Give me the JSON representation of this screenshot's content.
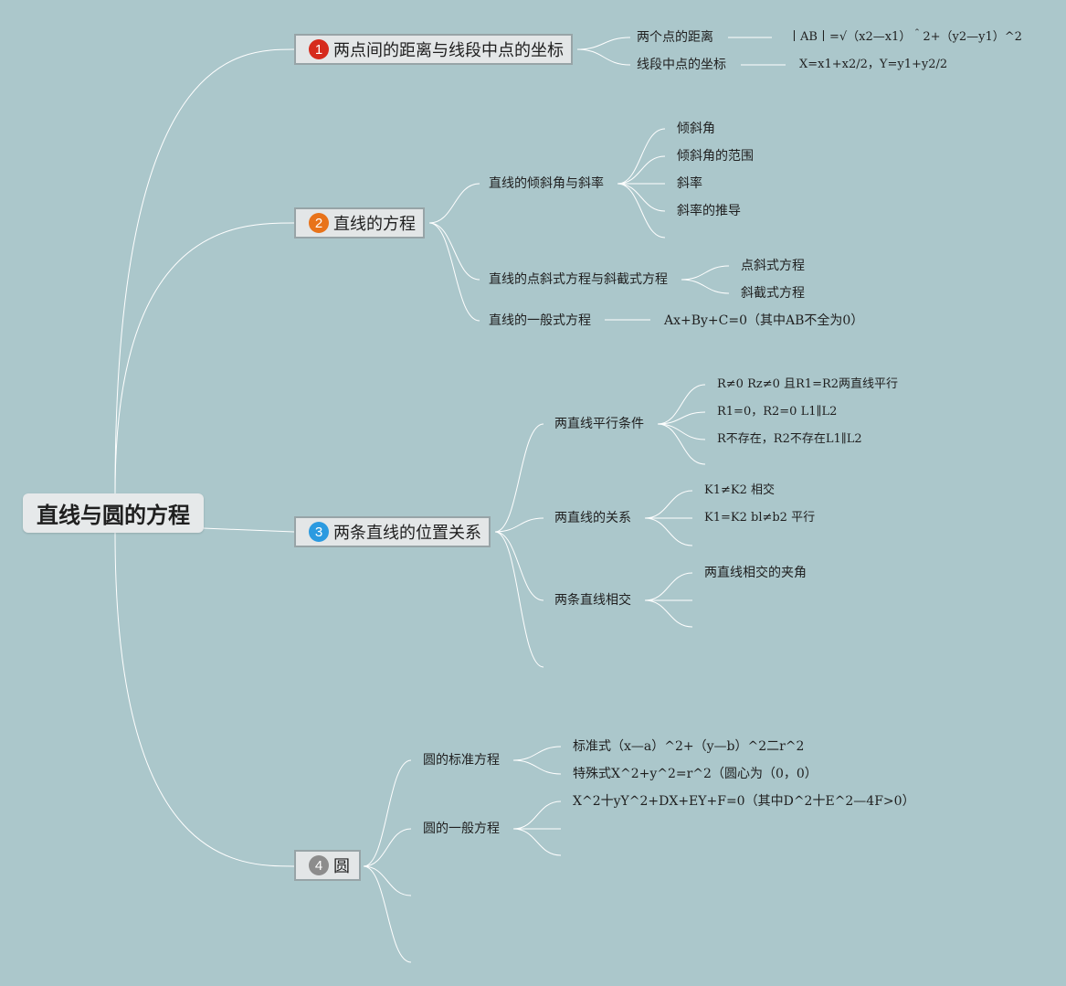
{
  "root": {
    "title": "直线与圆的方程"
  },
  "colors": {
    "background": "#abc7cb",
    "link": "#ffffff",
    "badge1": "#d62a1c",
    "badge2": "#e8731a",
    "badge3": "#2b9ae0",
    "badge4": "#8c8c8c"
  },
  "b1": {
    "num": "1",
    "label": "两点间的距离与线段中点的坐标",
    "t1": {
      "label": "两个点的距离",
      "value": "丨AB丨=√（x2—x1）＾2+（y2—y1）^2"
    },
    "t2": {
      "label": "线段中点的坐标",
      "value": "X=x1+x2/2，Y=y1+y2/2"
    }
  },
  "b2": {
    "num": "2",
    "label": "直线的方程",
    "t1": {
      "label": "直线的倾斜角与斜率",
      "items": [
        "倾斜角",
        "倾斜角的范围",
        "斜率",
        "斜率的推导"
      ]
    },
    "t2": {
      "label": "直线的点斜式方程与斜截式方程",
      "items": [
        "点斜式方程",
        "斜截式方程"
      ]
    },
    "t3": {
      "label": "直线的一般式方程",
      "value": "Ax+By+C=0（其中AB不全为0）"
    }
  },
  "b3": {
    "num": "3",
    "label": "两条直线的位置关系",
    "t1": {
      "label": "两直线平行条件",
      "items": [
        "R≠0 Rz≠0 且R1=R2两直线平行",
        "R1=0，R2=0 L1∥L2",
        "R不存在，R2不存在L1∥L2"
      ]
    },
    "t2": {
      "label": "两直线的关系",
      "items": [
        "K1≠K2 相交",
        "K1=K2 bl≠b2 平行"
      ]
    },
    "t3": {
      "label": "两条直线相交",
      "items": [
        "两直线相交的夹角"
      ]
    }
  },
  "b4": {
    "num": "4",
    "label": "圆",
    "t1": {
      "label": "圆的标准方程",
      "items": [
        "标准式（x—a）^2+（y—b）^2二r^2",
        "特殊式X^2+y^2=r^2（圆心为（0，0）"
      ]
    },
    "t2": {
      "label": "圆的一般方程",
      "items": [
        "X^2十yY^2+DX+EY+F=0（其中D^2十E^2—4F>0）"
      ]
    }
  }
}
